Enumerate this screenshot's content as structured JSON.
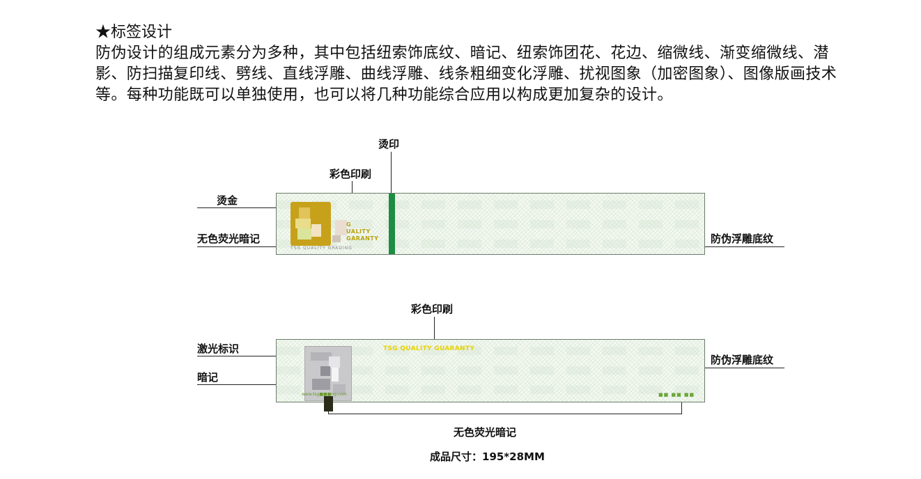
{
  "intro": {
    "heading": "★标签设计",
    "body": "防伪设计的组成元素分为多种，其中包括纽索饰底纹、暗记、纽索饰团花、花边、缩微线、渐变缩微线、潜影、防扫描复印线、劈线、直线浮雕、曲线浮雕、线条粗细变化浮雕、扰视图象（加密图象）、图像版画技术等。每种功能既可以单独使用，也可以将几种功能综合应用以构成更加复杂的设计。"
  },
  "diagram1": {
    "labels": {
      "hot_stamp": "烫印",
      "color_print": "彩色印刷",
      "gold_foil": "烫金",
      "invisible_fluorescent": "无色荧光暗记",
      "relief_pattern": "防伪浮雕底纹"
    },
    "strip_text": {
      "line1": "G",
      "line2": "UALITY",
      "line3": "GARANTY",
      "footer": "TSG QUALITY GRADING"
    }
  },
  "diagram2": {
    "labels": {
      "color_print": "彩色印刷",
      "laser_mark": "激光标识",
      "hidden_mark": "暗记",
      "relief_pattern": "防伪浮雕底纹",
      "invisible_fluorescent": "无色荧光暗记"
    },
    "strip_text": {
      "slogan": "TSG QUALITY GUARANTY",
      "url": "www.tsg■■■ng.com",
      "marks": "■■ ■■ ■■"
    }
  },
  "footer": {
    "size_text": "成品尺寸：195*28MM"
  },
  "colors": {
    "band_green": "#1e8d43",
    "gold": "#c8a11a",
    "slogan_yellow": "#e8d300",
    "pattern_bg": "#f3f8f0"
  }
}
